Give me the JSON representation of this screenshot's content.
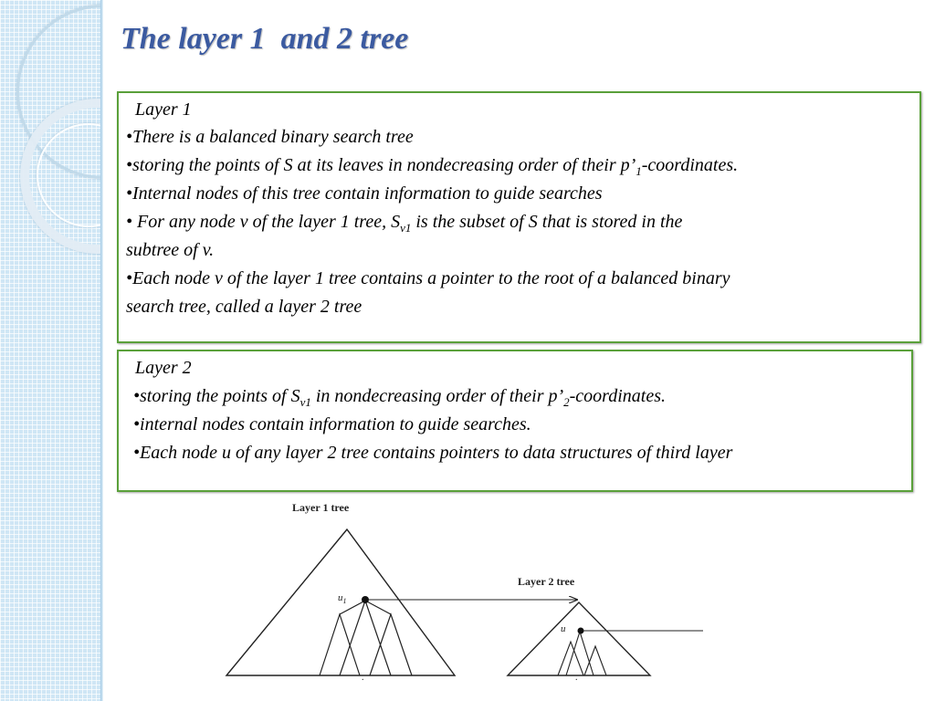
{
  "slide": {
    "title": "The layer 1  and 2 tree"
  },
  "layer1": {
    "heading": "Layer 1",
    "b1": "There is a balanced binary search tree",
    "b2_pre": "storing the points of S at its leaves in nondecreasing order of their p’",
    "b2_sub": "1",
    "b2_post": "-coordinates.",
    "b3": "Internal nodes of this tree contain information to guide searches",
    "b4_pre": " For any node v of the layer 1 tree, S",
    "b4_sub": "v1",
    "b4_post": "  is the subset of S that is stored in the",
    "b4_cont": "subtree of v.",
    "b5": "Each node v of the layer 1 tree contains a pointer to the root of a balanced binary",
    "b5_cont": "search tree, called a layer 2 tree"
  },
  "layer2": {
    "heading": "Layer 2",
    "b1_pre": "storing the points of S",
    "b1_sub": "v1",
    "b1_post": " in nondecreasing order of their p’",
    "b1_sub2": "2",
    "b1_post2": "-coordinates.",
    "b2": "internal nodes contain information to guide searches.",
    "b3": "Each node u of any layer 2 tree contains pointers to data structures of third layer"
  },
  "diagram": {
    "layer1_label": "Layer 1 tree",
    "layer2_label": "Layer 2 tree",
    "node_u1": "u",
    "node_u1_sub": "1",
    "node_u": "u"
  },
  "bullet": "•"
}
